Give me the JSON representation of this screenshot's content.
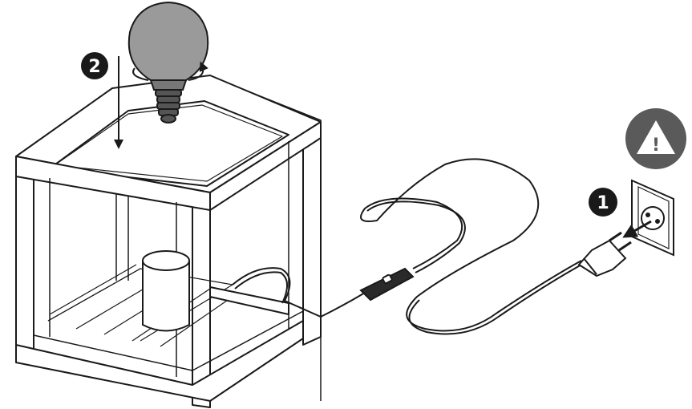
{
  "steps": [
    {
      "number": "1",
      "action": "unplug"
    },
    {
      "number": "2",
      "action": "screw-in-bulb"
    }
  ],
  "warning": {
    "symbol": "!"
  },
  "colors": {
    "line": "#1a1a1a",
    "badge": "#1a1a1a",
    "warning_fill": "#5a5a5a",
    "bulb_glass": "#9a9a9a",
    "bulb_base": "#555555"
  },
  "icons": [
    "warning-icon",
    "light-bulb-icon",
    "rotate-icon",
    "plug-icon",
    "wall-socket-icon",
    "arrow-down-icon",
    "arrow-left-icon"
  ]
}
